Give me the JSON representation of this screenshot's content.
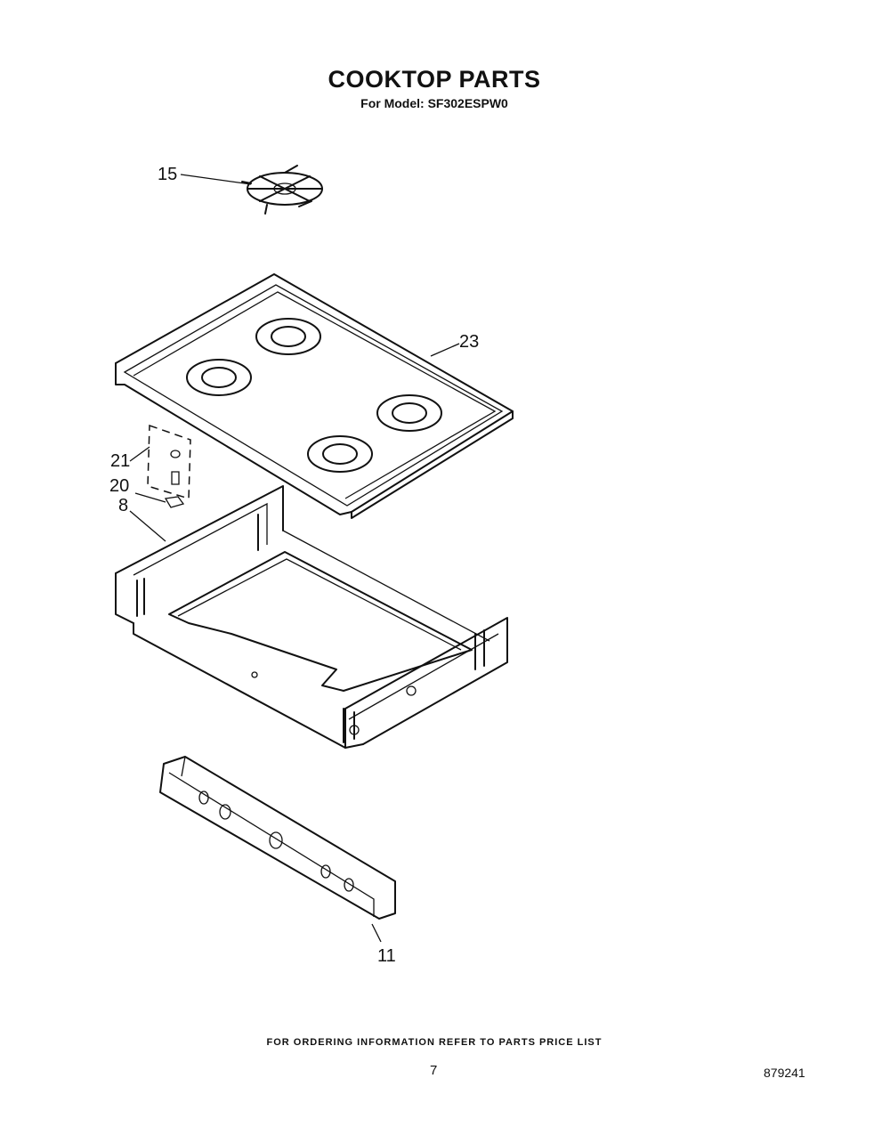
{
  "header": {
    "title": "COOKTOP PARTS",
    "model_line": "For Model: SF302ESPW0"
  },
  "callouts": {
    "grate": "15",
    "cooktop": "23",
    "part_21": "21",
    "part_20": "20",
    "burner_box": "8",
    "control_panel": "11"
  },
  "footer": {
    "ordering_note": "FOR ORDERING INFORMATION REFER TO PARTS PRICE LIST",
    "page_number": "7",
    "document_number": "879241"
  }
}
